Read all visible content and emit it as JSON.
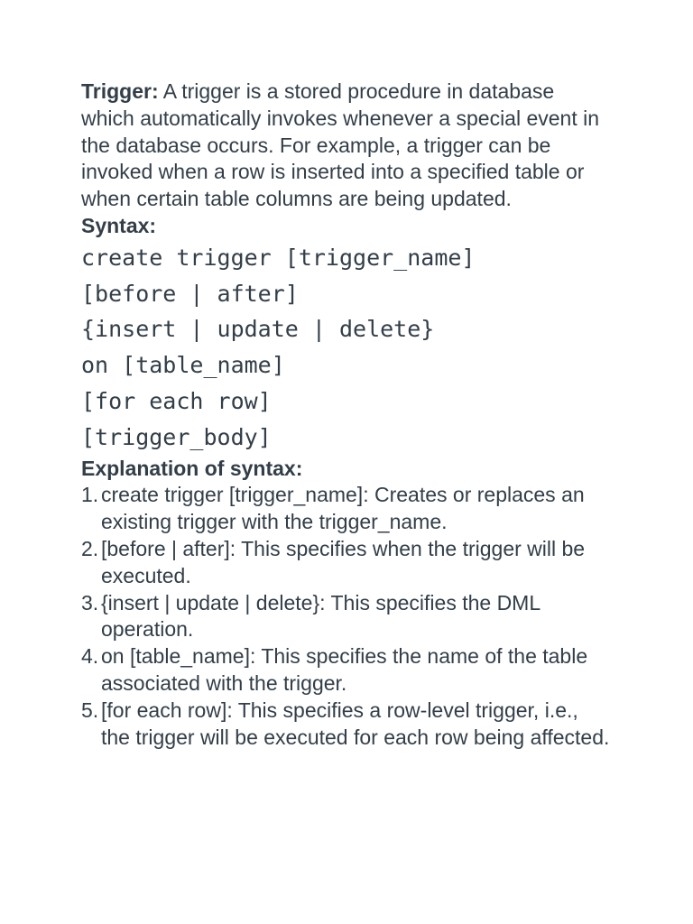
{
  "page": {
    "background_color": "#ffffff",
    "text_color": "#333e48"
  },
  "intro": {
    "lead": "Trigger:",
    "text": " A trigger is a stored procedure in database which automatically invokes whenever a special event in the database occurs. For example, a trigger can be invoked when a row is inserted into a specified table or when certain table columns are being updated."
  },
  "syntax": {
    "heading": "Syntax:",
    "lines": [
      "create trigger [trigger_name]",
      "[before | after]",
      "{insert | update | delete}",
      "on [table_name]",
      "[for each row]",
      "[trigger_body]"
    ]
  },
  "explanation": {
    "heading": "Explanation of syntax:",
    "items": [
      {
        "number": "1.",
        "text": "create trigger [trigger_name]: Creates or replaces an existing trigger with the trigger_name."
      },
      {
        "number": "2.",
        "text": "[before | after]: This specifies when the trigger will be executed."
      },
      {
        "number": "3.",
        "text": "{insert | update | delete}: This specifies the DML operation."
      },
      {
        "number": "4.",
        "text": "on [table_name]: This specifies the name of the table associated with the trigger."
      },
      {
        "number": "5.",
        "text": "[for each row]: This specifies a row-level trigger, i.e., the trigger will be executed for each row being affected."
      }
    ]
  }
}
